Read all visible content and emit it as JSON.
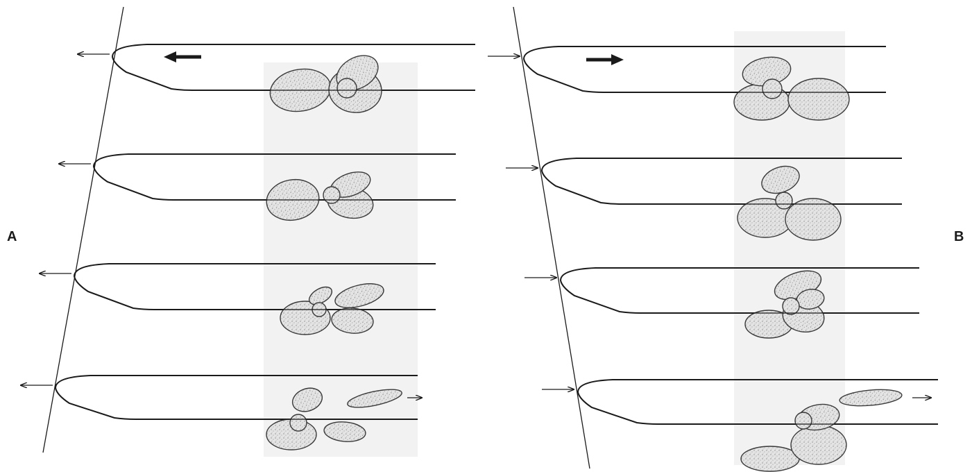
{
  "panels": [
    {
      "label": "A",
      "direction": "left"
    },
    {
      "label": "B",
      "direction": "right"
    }
  ],
  "colors": {
    "line": "#1a1a1a",
    "shade": "#f2f2f2",
    "lobe_fill": "#e6e6e6",
    "lobe_stroke": "#3a3a3a"
  }
}
